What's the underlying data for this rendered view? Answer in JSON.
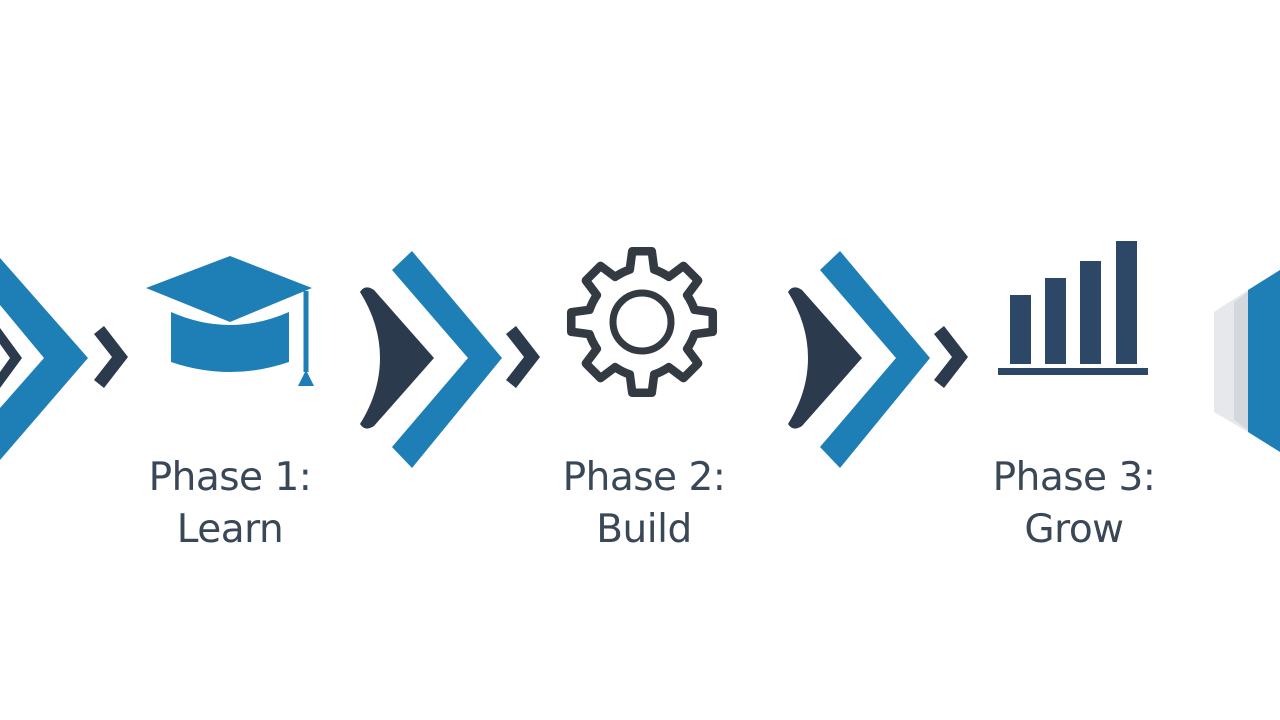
{
  "colors": {
    "accent_blue": "#1e7fb6",
    "dark_navy": "#2b3a4c",
    "icon_gray": "#333a42",
    "bar_navy": "#2c4866",
    "label_text": "#3a4756",
    "ghost_gray": "#e6e8eb"
  },
  "phases": [
    {
      "line1": "Phase 1:",
      "line2": "Learn",
      "icon": "graduation-cap-icon"
    },
    {
      "line1": "Phase 2:",
      "line2": "Build",
      "icon": "gear-icon"
    },
    {
      "line1": "Phase 3:",
      "line2": "Grow",
      "icon": "bar-chart-icon"
    }
  ]
}
